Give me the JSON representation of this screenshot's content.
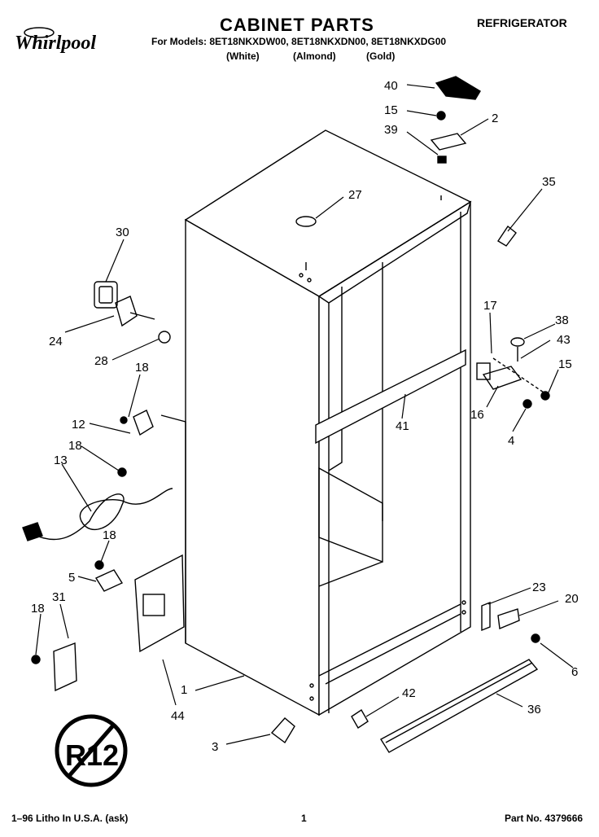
{
  "header": {
    "brand": "Whirlpool",
    "title": "CABINET PARTS",
    "category": "REFRIGERATOR",
    "models": "For Models: 8ET18NKXDW00, 8ET18NKXDN00, 8ET18NKXDG00",
    "colors": [
      "(White)",
      "(Almond)",
      "(Gold)"
    ]
  },
  "callouts": [
    "40",
    "15",
    "2",
    "39",
    "27",
    "35",
    "30",
    "24",
    "28",
    "18",
    "12",
    "18",
    "13",
    "18",
    "5",
    "31",
    "18",
    "17",
    "38",
    "43",
    "15",
    "16",
    "4",
    "41",
    "23",
    "20",
    "6",
    "1",
    "44",
    "42",
    "36",
    "3"
  ],
  "badge": "R12",
  "footer": {
    "litho": "1–96 Litho In U.S.A. (ask)",
    "page": "1",
    "part_no": "Part No. 4379666"
  }
}
